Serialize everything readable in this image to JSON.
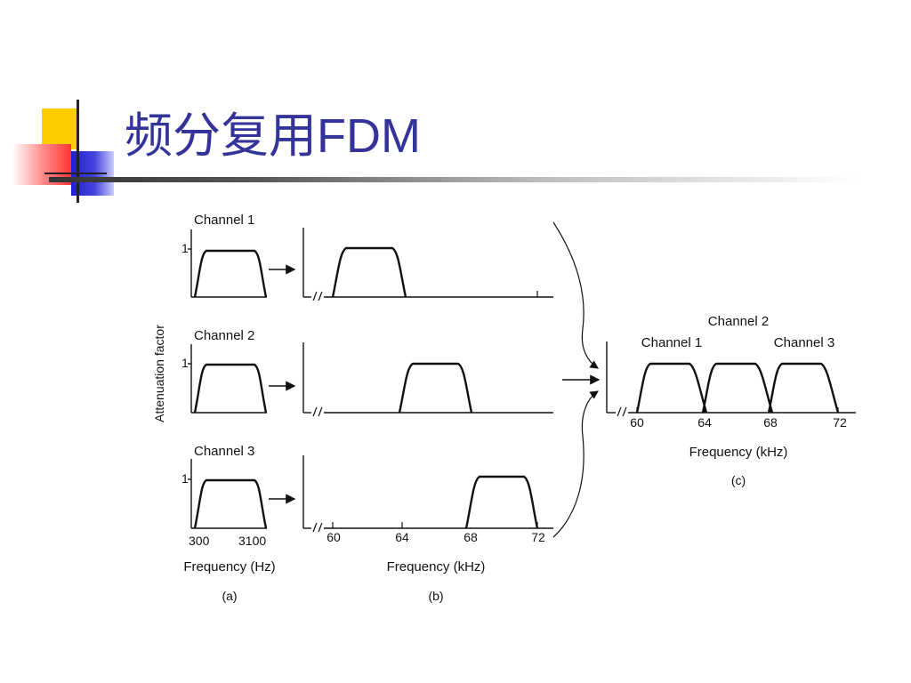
{
  "title": {
    "cn": "频分复用",
    "latin": "FDM"
  },
  "diagram": {
    "a": {
      "y_axis_label": "Attenuation factor",
      "panels": [
        {
          "label": "Channel 1",
          "tick": "1"
        },
        {
          "label": "Channel 2",
          "tick": "1"
        },
        {
          "label": "Channel 3",
          "tick": "1"
        }
      ],
      "x_tick_low": "300",
      "x_tick_high": "3100",
      "x_label": "Frequency (Hz)",
      "caption": "(a)"
    },
    "b": {
      "x_ticks": [
        "60",
        "64",
        "68",
        "72"
      ],
      "x_label": "Frequency (kHz)",
      "caption": "(b)"
    },
    "c": {
      "channel_labels": [
        "Channel 1",
        "Channel 2",
        "Channel 3"
      ],
      "x_ticks": [
        "60",
        "64",
        "68",
        "72"
      ],
      "x_label": "Frequency (kHz)",
      "caption": "(c)"
    }
  },
  "colors": {
    "title": "#333399",
    "deco_yellow": "#FFCC00",
    "deco_blue": "#3333CC",
    "deco_red": "#FF3333"
  }
}
